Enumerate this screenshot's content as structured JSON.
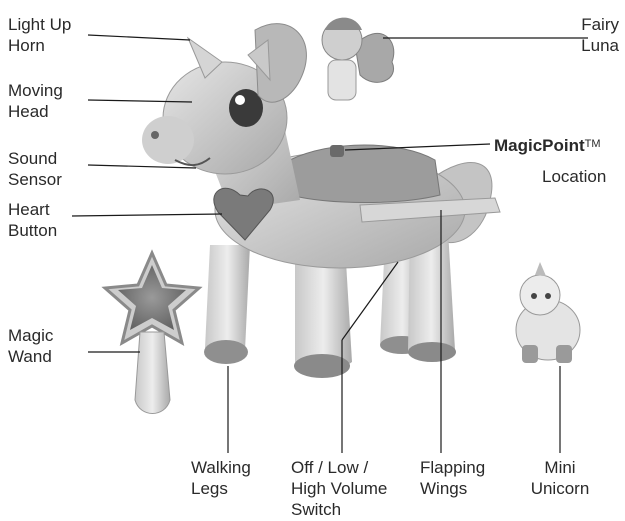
{
  "labels": {
    "light_up_horn": [
      "Light Up",
      "Horn"
    ],
    "moving_head": [
      "Moving",
      "Head"
    ],
    "sound_sensor": [
      "Sound",
      "Sensor"
    ],
    "heart_button": [
      "Heart",
      "Button"
    ],
    "magic_wand": [
      "Magic",
      "Wand"
    ],
    "fairy_luna": [
      "Fairy",
      "Luna"
    ],
    "magicpoint": {
      "name": "MagicPoint",
      "mark": "TM",
      "suffix": "Location"
    },
    "walking_legs": [
      "Walking",
      "Legs"
    ],
    "volume_switch": [
      "Off / Low /",
      "High Volume",
      "Switch"
    ],
    "flapping_wings": [
      "Flapping",
      "Wings"
    ],
    "mini_unicorn": [
      "Mini",
      "Unicorn"
    ]
  }
}
